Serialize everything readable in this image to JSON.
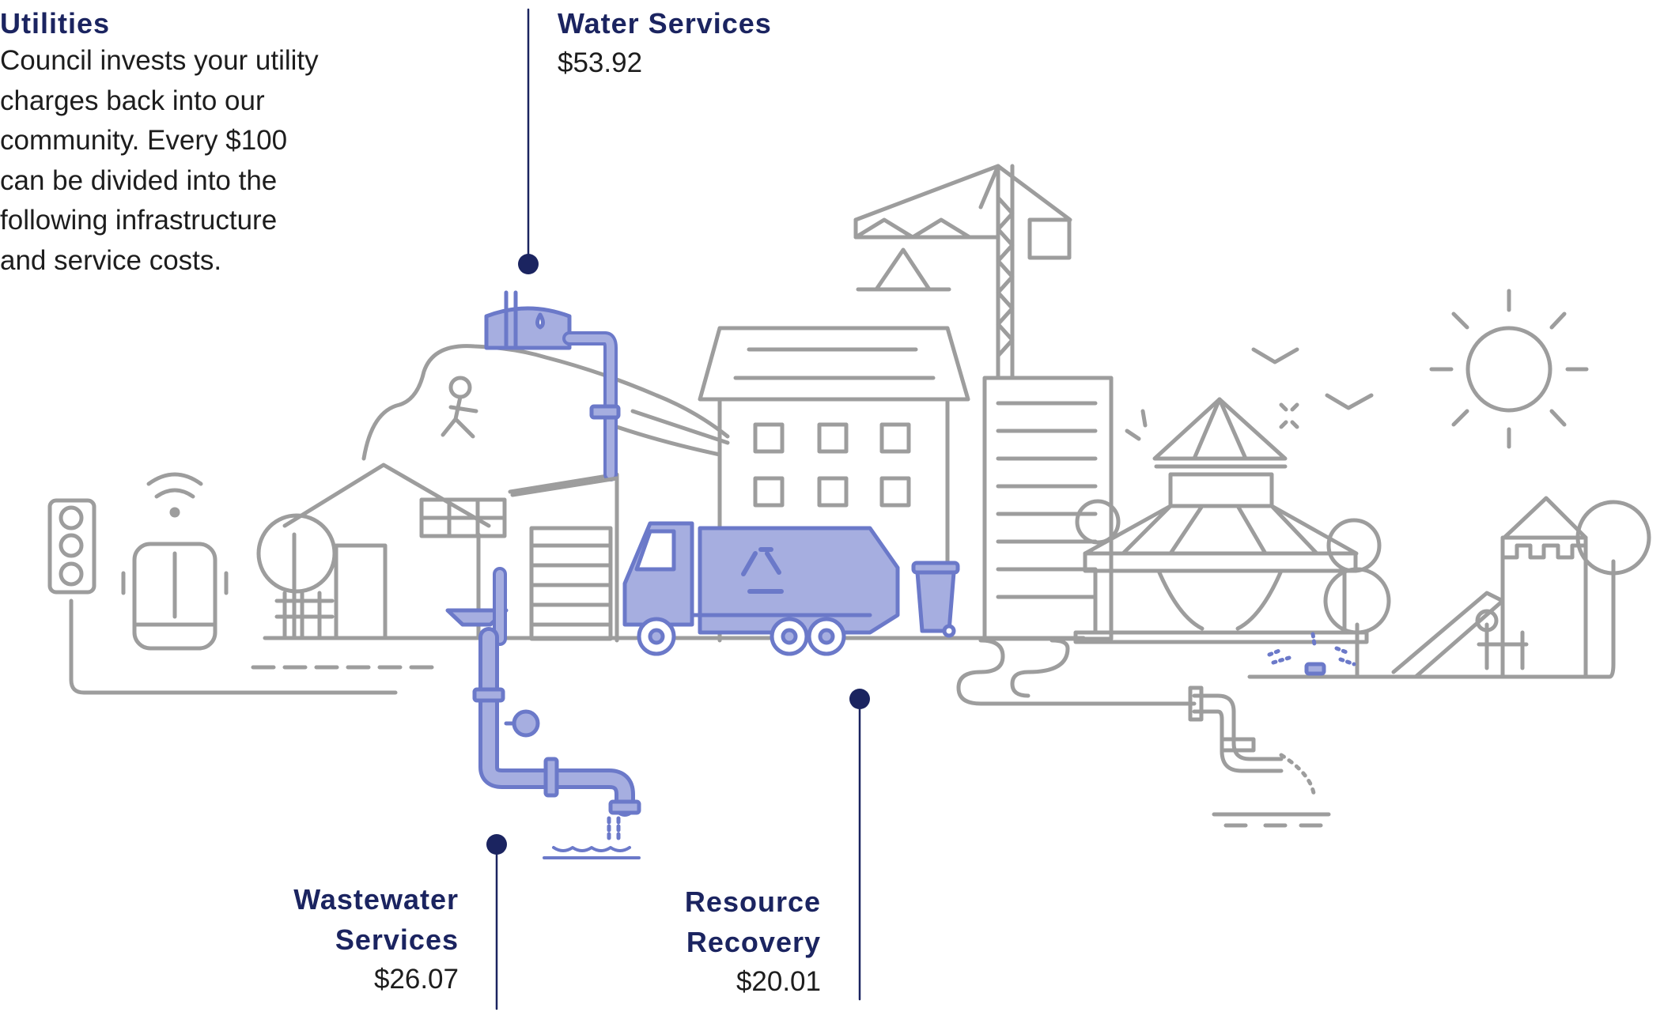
{
  "colors": {
    "title": "#1b2460",
    "body_text": "#1d1d1d",
    "line_grey": "#9d9d9d",
    "highlight_blue": "#6b79c9",
    "highlight_fill": "#a6aee0",
    "marker_navy": "#1b2460"
  },
  "utilities": {
    "title": "Utilities",
    "body": "Council invests your utility\ncharges back into our\ncommunity. Every $100\ncan be divided into the\nfollowing infrastructure\nand service costs."
  },
  "water_services": {
    "title": "Water Services",
    "amount": "$53.92"
  },
  "wastewater_services": {
    "title": "Wastewater\nServices",
    "amount": "$26.07"
  },
  "resource_recovery": {
    "title": "Resource\nRecovery",
    "amount": "$20.01"
  },
  "icons": [
    "traffic-light-icon",
    "bus-icon",
    "house-icon",
    "hill-icon",
    "water-tank-icon",
    "water-pipe-icon",
    "office-building-icon",
    "crane-icon",
    "garbage-truck-icon",
    "recycle-icon",
    "wheelie-bin-icon",
    "tower-building-icon",
    "carousel-tent-icon",
    "tree-icon",
    "sun-icon",
    "bird-icon",
    "playground-icon",
    "dog-icon",
    "sprinkler-icon",
    "wastewater-pipe-icon",
    "storm-drain-pipe-icon"
  ]
}
